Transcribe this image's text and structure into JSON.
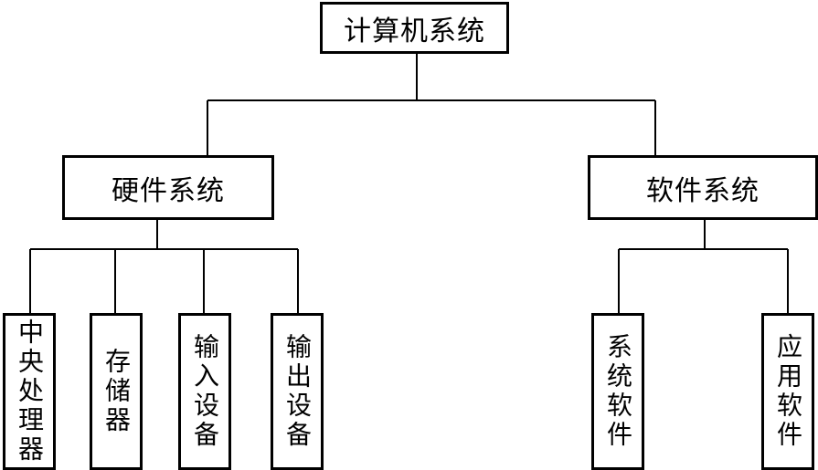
{
  "root": {
    "label": "计算机系统"
  },
  "hardware": {
    "label": "硬件系统",
    "children": [
      "中央处理器",
      "存储器",
      "输入设备",
      "输出设备"
    ]
  },
  "software": {
    "label": "软件系统",
    "children": [
      "系统软件",
      "应用软件"
    ]
  }
}
